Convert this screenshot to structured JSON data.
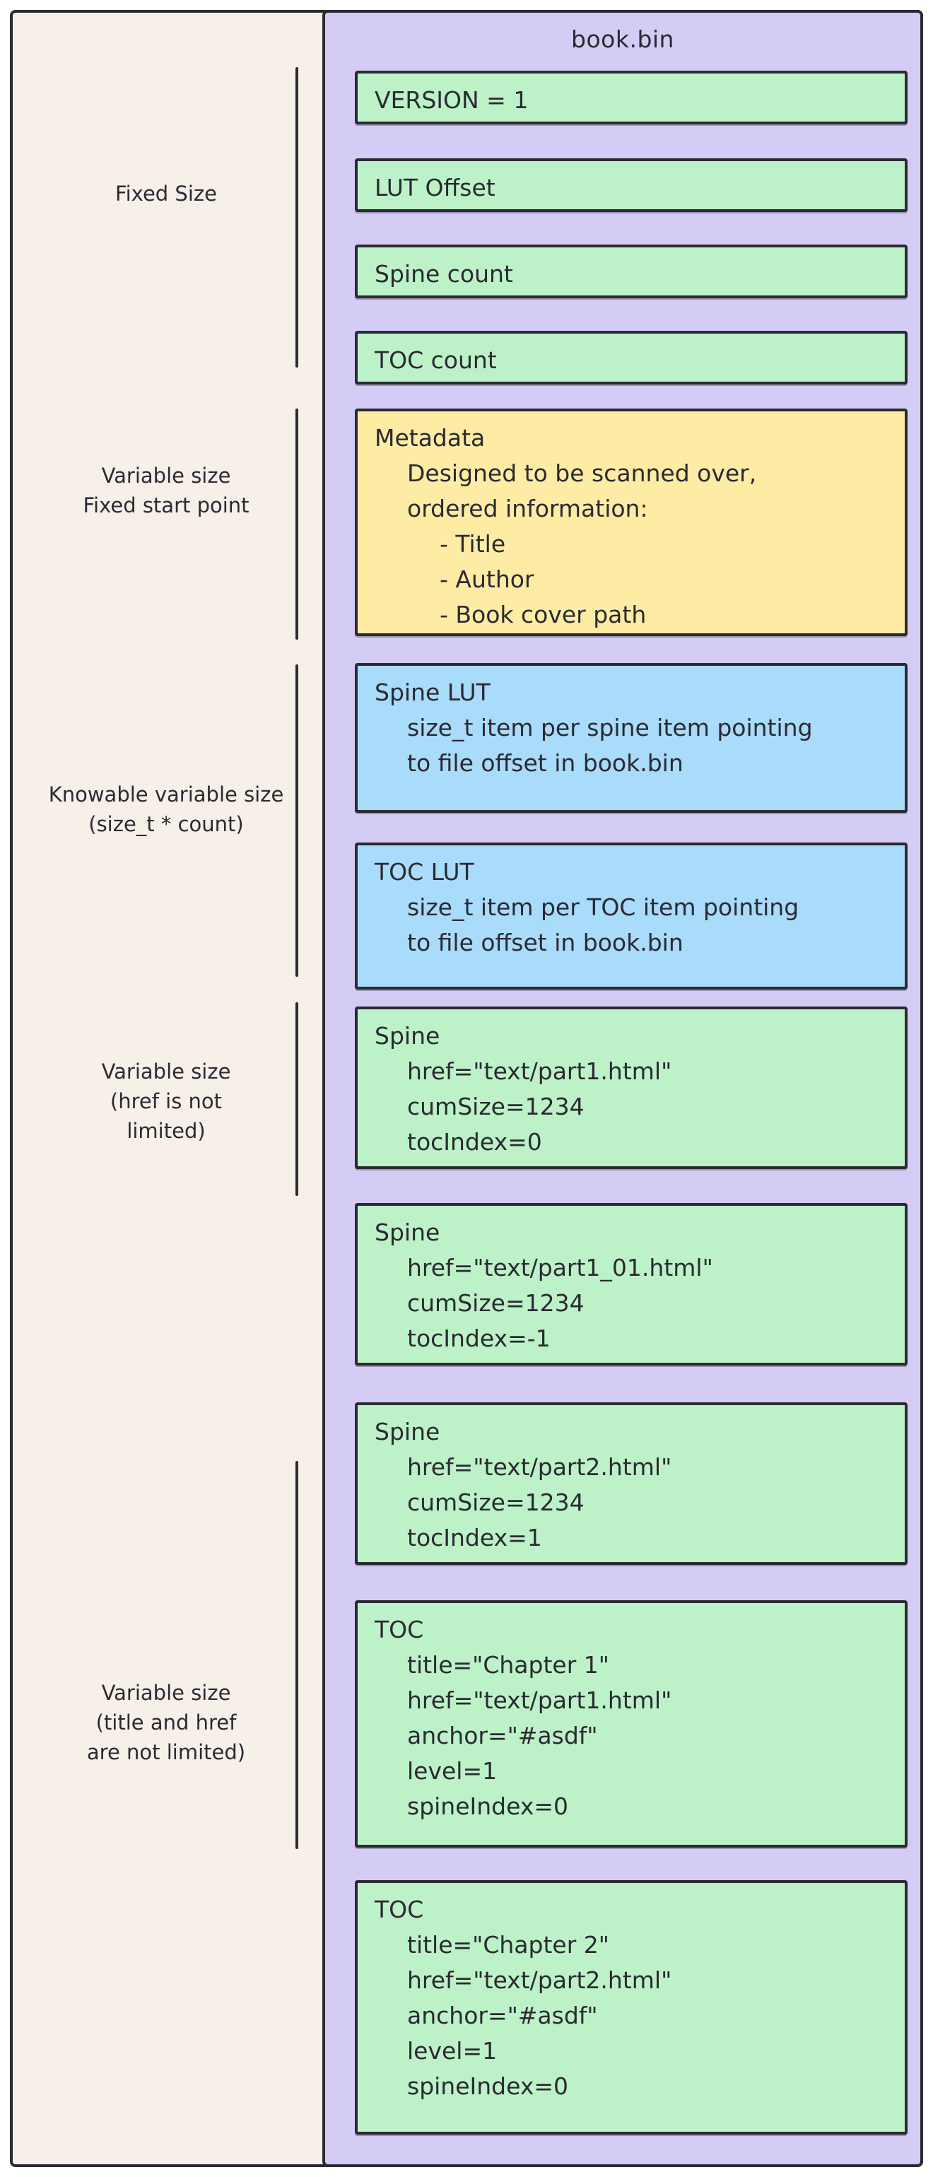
{
  "diagram": {
    "title": "book.bin",
    "colors": {
      "stroke": "#2a2a32",
      "canvas": "#f6f0e9",
      "panel": "#d5ccf5",
      "green": "#bdf2c8",
      "yellow": "#ffeca4",
      "blue": "#a9dbfa"
    },
    "sections": [
      {
        "label_lines": [
          "Fixed Size"
        ]
      },
      {
        "label_lines": [
          "Variable size",
          "Fixed start point"
        ]
      },
      {
        "label_lines": [
          "Knowable variable size",
          "(size_t * count)"
        ]
      },
      {
        "label_lines": [
          "Variable size",
          "(href is not",
          "limited)"
        ]
      },
      {
        "label_lines": [
          "Variable size",
          "(title and href",
          "are not limited)"
        ]
      }
    ],
    "boxes": [
      {
        "color": "green",
        "lines": [
          "VERSION = 1"
        ]
      },
      {
        "color": "green",
        "lines": [
          "LUT Offset"
        ]
      },
      {
        "color": "green",
        "lines": [
          "Spine count"
        ]
      },
      {
        "color": "green",
        "lines": [
          "TOC count"
        ]
      },
      {
        "color": "yellow",
        "lines": [
          "Metadata",
          "Designed to be scanned over,",
          "ordered information:",
          "- Title",
          "- Author",
          "- Book cover path"
        ]
      },
      {
        "color": "blue",
        "lines": [
          "Spine LUT",
          "size_t item per spine item pointing",
          "to file offset in book.bin"
        ]
      },
      {
        "color": "blue",
        "lines": [
          "TOC LUT",
          "size_t item per TOC item pointing",
          "to file offset in book.bin"
        ]
      },
      {
        "color": "green",
        "lines": [
          "Spine",
          "href=\"text/part1.html\"",
          "cumSize=1234",
          "tocIndex=0"
        ]
      },
      {
        "color": "green",
        "lines": [
          "Spine",
          "href=\"text/part1_01.html\"",
          "cumSize=1234",
          "tocIndex=-1"
        ]
      },
      {
        "color": "green",
        "lines": [
          "Spine",
          "href=\"text/part2.html\"",
          "cumSize=1234",
          "tocIndex=1"
        ]
      },
      {
        "color": "green",
        "lines": [
          "TOC",
          "title=\"Chapter 1\"",
          "href=\"text/part1.html\"",
          "anchor=\"#asdf\"",
          "level=1",
          "spineIndex=0"
        ]
      },
      {
        "color": "green",
        "lines": [
          "TOC",
          "title=\"Chapter 2\"",
          "href=\"text/part2.html\"",
          "anchor=\"#asdf\"",
          "level=1",
          "spineIndex=0"
        ]
      }
    ]
  }
}
